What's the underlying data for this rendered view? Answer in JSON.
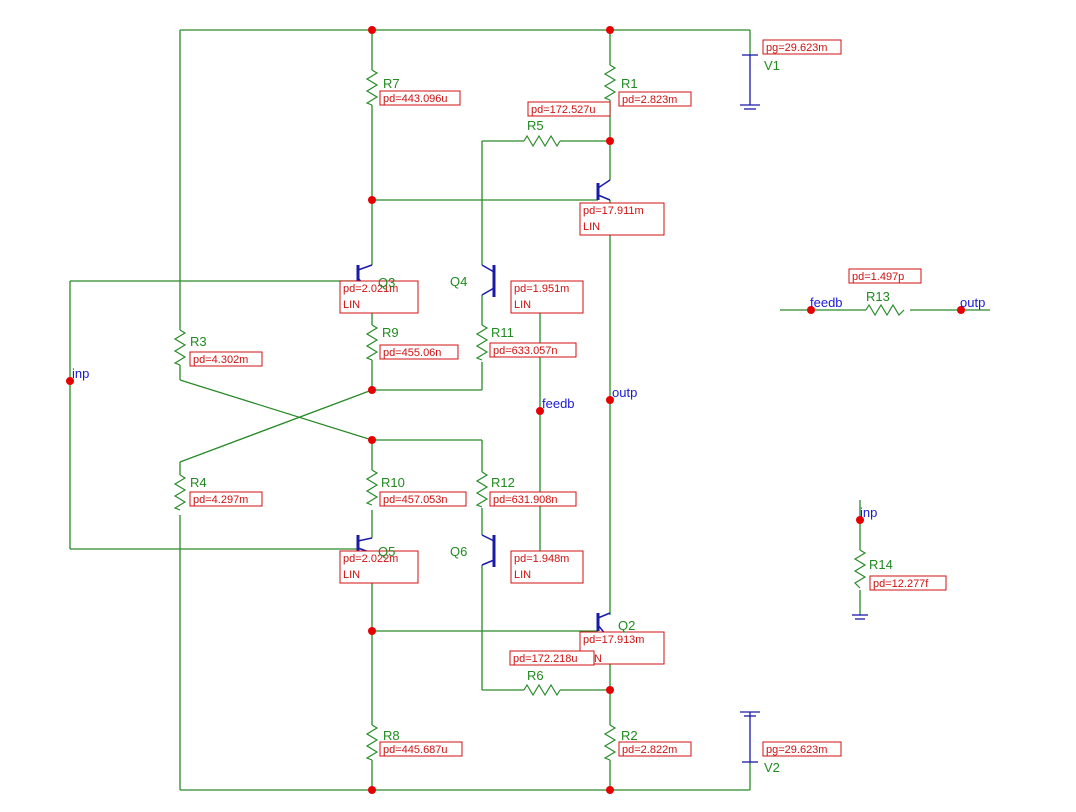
{
  "components": {
    "R1": {
      "name": "R1",
      "pd": "pd=2.823m"
    },
    "R2": {
      "name": "R2",
      "pd": "pd=2.822m"
    },
    "R3": {
      "name": "R3",
      "pd": "pd=4.302m"
    },
    "R4": {
      "name": "R4",
      "pd": "pd=4.297m"
    },
    "R5": {
      "name": "R5",
      "pd": "pd=172.527u"
    },
    "R6": {
      "name": "R6",
      "pd": "pd=172.218u"
    },
    "R7": {
      "name": "R7",
      "pd": "pd=443.096u"
    },
    "R8": {
      "name": "R8",
      "pd": "pd=445.687u"
    },
    "R9": {
      "name": "R9",
      "pd": "pd=455.06n"
    },
    "R10": {
      "name": "R10",
      "pd": "pd=457.053n"
    },
    "R11": {
      "name": "R11",
      "pd": "pd=633.057n"
    },
    "R12": {
      "name": "R12",
      "pd": "pd=631.908n"
    },
    "R13": {
      "name": "R13",
      "pd": "pd=1.497p"
    },
    "R14": {
      "name": "R14",
      "pd": "pd=12.277f"
    },
    "V1": {
      "name": "V1",
      "pg": "pg=29.623m"
    },
    "V2": {
      "name": "V2",
      "pg": "pg=29.623m"
    },
    "Q1": {
      "pd": "pd=17.911m",
      "model": "LIN"
    },
    "Q2": {
      "name": "Q2",
      "pd": "pd=17.913m",
      "model": "N"
    },
    "Q3": {
      "name": "Q3",
      "pd": "pd=2.021m",
      "model": "LIN"
    },
    "Q4": {
      "name": "Q4",
      "pd": "pd=1.951m",
      "model": "LIN"
    },
    "Q5": {
      "name": "Q5",
      "pd": "pd=2.022m",
      "model": "LIN"
    },
    "Q6": {
      "name": "Q6",
      "pd": "pd=1.948m",
      "model": "LIN"
    }
  },
  "nets": {
    "inp": "inp",
    "outp": "outp",
    "feedb": "feedb"
  },
  "colors": {
    "wire": "#2a8a2a",
    "device": "#1a1aa8",
    "node": "#e60000",
    "annotation": "#d01010",
    "net_label": "#1a1ad6"
  }
}
